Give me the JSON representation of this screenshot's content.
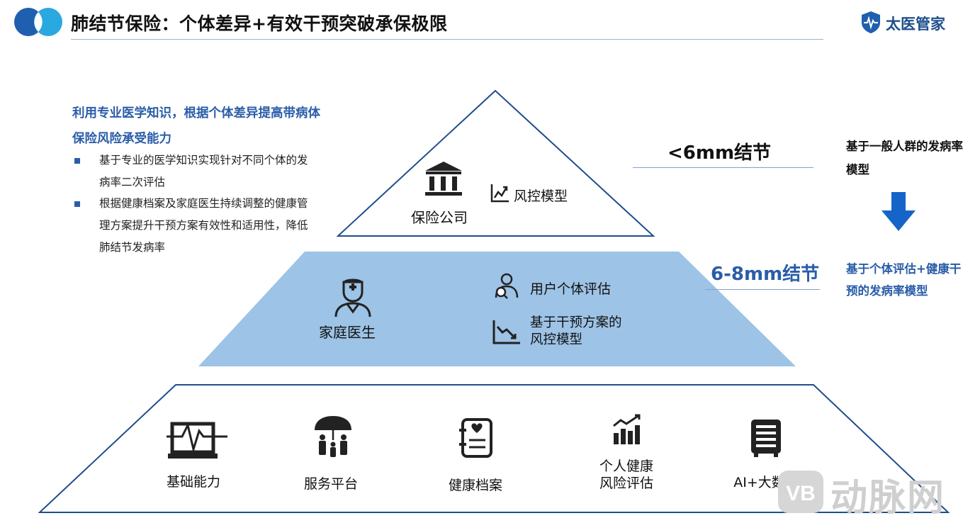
{
  "header": {
    "title": "肺结节保险：个体差异+有效干预突破承保极限",
    "brand_name": "太医管家"
  },
  "left_panel": {
    "heading": "利用专业医学知识，根据个体差异提高带病体保险风险承受能力",
    "bullets": [
      "基于专业的医学知识实现针对不同个体的发病率二次评估",
      "根据健康档案及家庭医生持续调整的健康管理方案提升干预方案有效性和适用性，降低肺结节发病率"
    ]
  },
  "pyramid": {
    "top": {
      "actor_label": "保险公司",
      "item_label": "风控模型"
    },
    "middle": {
      "actor_label": "家庭医生",
      "items": [
        "用户个体评估",
        "基于干预方案的风控模型"
      ]
    },
    "base": {
      "items": [
        {
          "label": "基础能力",
          "icon": "laptop-pulse-icon"
        },
        {
          "label": "服务平台",
          "icon": "umbrella-family-icon"
        },
        {
          "label": "健康档案",
          "icon": "health-record-icon"
        },
        {
          "label": "个人健康风险评估",
          "icon": "bar-chart-trend-icon"
        },
        {
          "label": "AI+大数据",
          "icon": "server-database-icon"
        }
      ]
    }
  },
  "right_panel": {
    "range_top": "<6mm结节",
    "model_top": "基于一般人群的发病率模型",
    "range_middle": "6-8mm结节",
    "model_middle": "基于个体评估+健康干预的发病率模型"
  },
  "watermark": "动脉网",
  "colors": {
    "accent_blue": "#2a5da8",
    "pyramid_middle_fill": "#9dc3e6",
    "pyramid_outline": "#1f4e8c",
    "arrow_blue": "#1565c8"
  }
}
